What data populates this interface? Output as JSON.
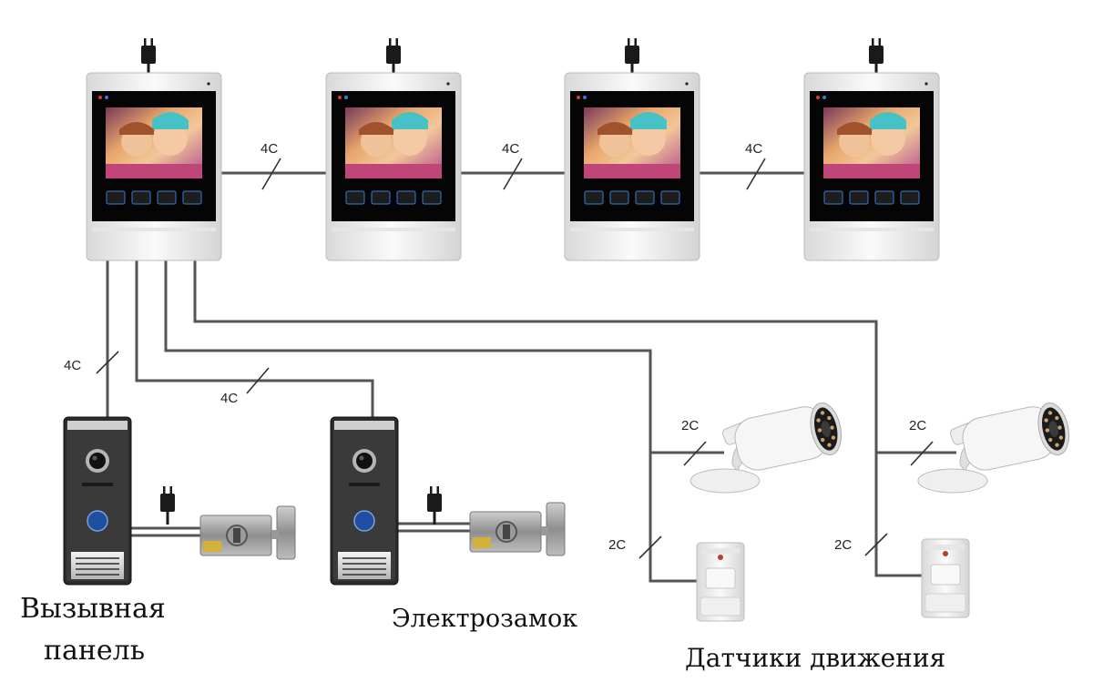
{
  "wire_labels": {
    "monitor_link_1": "4C",
    "monitor_link_2": "4C",
    "monitor_link_3": "4C",
    "panel_1": "4C",
    "panel_2": "4C",
    "camera_1": "2C",
    "camera_2": "2C",
    "sensor_1": "2C",
    "sensor_2": "2C"
  },
  "captions": {
    "call_panel_line1": "Вызывная",
    "call_panel_line2": "панель",
    "electric_lock": "Электрозамок",
    "motion_sensors": "Датчики движения"
  },
  "colors": {
    "wire": "#555555",
    "monitor_body": "#f2f2f2",
    "screen_bezel": "#050505",
    "button_accent": "#2a6fd6",
    "panel_body": "#2b2b2b"
  },
  "icons": [
    "power-adapter-icon",
    "monitor-icon",
    "call-panel-icon",
    "electric-lock-icon",
    "cctv-camera-icon",
    "motion-sensor-icon"
  ]
}
